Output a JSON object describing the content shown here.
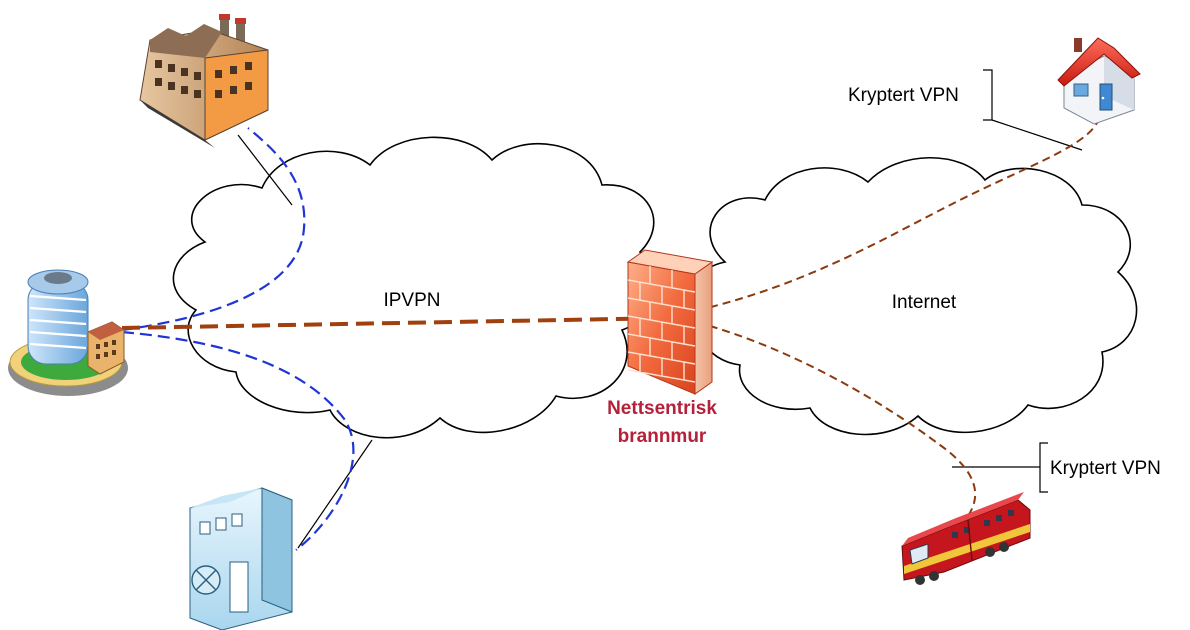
{
  "clouds": {
    "left_label": "IPVPN",
    "right_label": "Internet"
  },
  "firewall": {
    "label_line1": "Nettsentrisk",
    "label_line2": "brannmur",
    "label_color": "#b5203a",
    "icon": "firewall-brick-icon"
  },
  "vpn_labels": {
    "top": "Kryptert VPN",
    "bottom": "Kryptert VPN"
  },
  "nodes": [
    {
      "id": "factory",
      "icon": "factory-icon"
    },
    {
      "id": "office",
      "icon": "office-building-icon"
    },
    {
      "id": "datacenter",
      "icon": "server-building-icon"
    },
    {
      "id": "home",
      "icon": "house-icon"
    },
    {
      "id": "train",
      "icon": "train-icon"
    }
  ],
  "colors": {
    "ipvpn_link": "#1f35d6",
    "vpn_link": "#8b3a0f",
    "firewall_brick": "#f0704a"
  }
}
